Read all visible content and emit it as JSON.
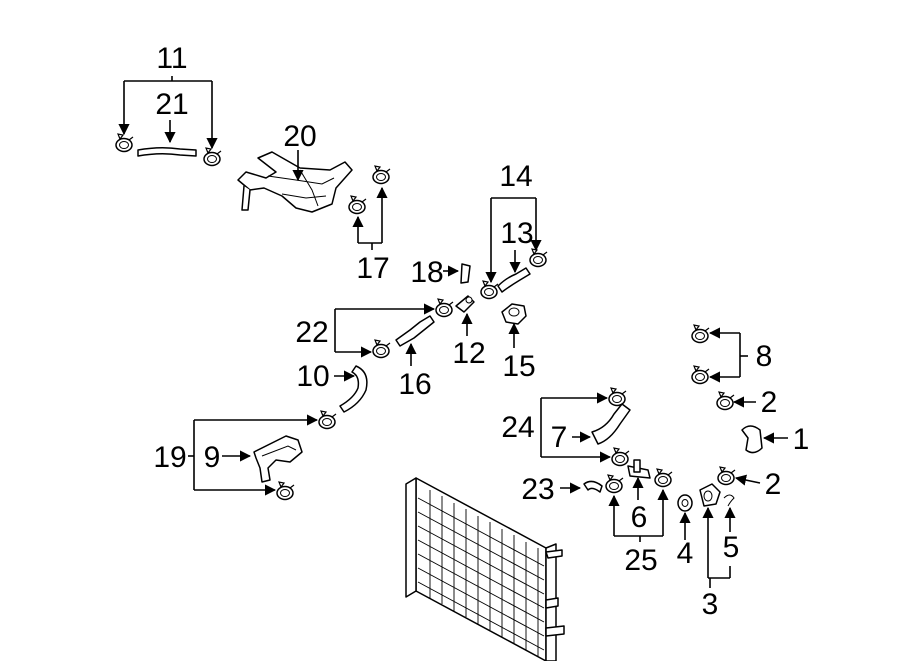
{
  "diagram": {
    "callouts": [
      {
        "id": "c11",
        "text": "11"
      },
      {
        "id": "c21",
        "text": "21"
      },
      {
        "id": "c20",
        "text": "20"
      },
      {
        "id": "c14",
        "text": "14"
      },
      {
        "id": "c13",
        "text": "13"
      },
      {
        "id": "c17",
        "text": "17"
      },
      {
        "id": "c18",
        "text": "18"
      },
      {
        "id": "c22",
        "text": "22"
      },
      {
        "id": "c12",
        "text": "12"
      },
      {
        "id": "c15",
        "text": "15"
      },
      {
        "id": "c16",
        "text": "16"
      },
      {
        "id": "c10",
        "text": "10"
      },
      {
        "id": "c8",
        "text": "8"
      },
      {
        "id": "c2a",
        "text": "2"
      },
      {
        "id": "c1",
        "text": "1"
      },
      {
        "id": "c2b",
        "text": "2"
      },
      {
        "id": "c24",
        "text": "24"
      },
      {
        "id": "c7",
        "text": "7"
      },
      {
        "id": "c19",
        "text": "19"
      },
      {
        "id": "c9",
        "text": "9"
      },
      {
        "id": "c23",
        "text": "23"
      },
      {
        "id": "c6",
        "text": "6"
      },
      {
        "id": "c25",
        "text": "25"
      },
      {
        "id": "c4",
        "text": "4"
      },
      {
        "id": "c5",
        "text": "5"
      },
      {
        "id": "c3",
        "text": "3"
      }
    ]
  }
}
